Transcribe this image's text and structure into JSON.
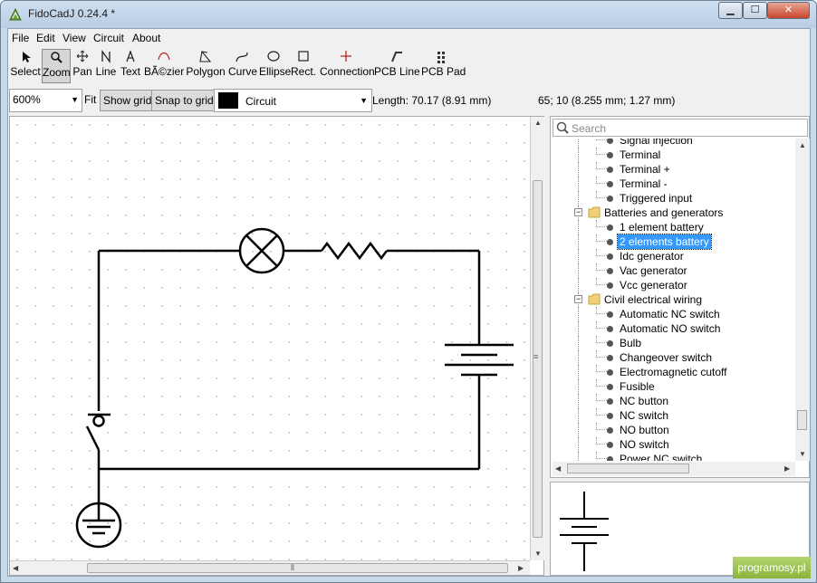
{
  "window": {
    "title": "FidoCadJ 0.24.4  *",
    "controls": {
      "minimize": "▁",
      "maximize": "☐",
      "close": "✕"
    }
  },
  "menubar": {
    "items": [
      "File",
      "Edit",
      "View",
      "Circuit",
      "About"
    ]
  },
  "toolbar": {
    "tools": [
      {
        "label": "Select",
        "icon": "arrow-icon"
      },
      {
        "label": "Zoom",
        "icon": "magnifier-icon",
        "active": true
      },
      {
        "label": "Pan",
        "icon": "move-icon"
      },
      {
        "label": "Line",
        "icon": "line-icon"
      },
      {
        "label": "Text",
        "icon": "text-icon"
      },
      {
        "label": "BÃ©zier",
        "icon": "bezier-icon"
      },
      {
        "label": "Polygon",
        "icon": "polygon-icon"
      },
      {
        "label": "Curve",
        "icon": "curve-icon"
      },
      {
        "label": "Ellipse",
        "icon": "ellipse-icon"
      },
      {
        "label": "Rect.",
        "icon": "rectangle-icon"
      },
      {
        "label": "Connection",
        "icon": "connection-icon"
      },
      {
        "label": "PCB Line",
        "icon": "pcb-line-icon"
      },
      {
        "label": "PCB Pad",
        "icon": "pcb-pad-icon"
      }
    ]
  },
  "options": {
    "zoom": "600%",
    "fit": "Fit",
    "show_grid": "Show grid",
    "snap_to_grid": "Snap to grid",
    "layer_color": "#000000",
    "layer_name": "Circuit",
    "length": "Length: 70.17 (8.91 mm)",
    "coordinates": "65; 10 (8.255 mm; 1.27 mm)"
  },
  "library": {
    "search_placeholder": "Search",
    "items": [
      {
        "label": "Signal injection",
        "kind": "leaf",
        "cut": true
      },
      {
        "label": "Terminal",
        "kind": "leaf"
      },
      {
        "label": "Terminal +",
        "kind": "leaf"
      },
      {
        "label": "Terminal -",
        "kind": "leaf"
      },
      {
        "label": "Triggered input",
        "kind": "leaf"
      },
      {
        "label": "Batteries and generators",
        "kind": "folder",
        "expanded": true
      },
      {
        "label": "1 element battery",
        "kind": "leaf"
      },
      {
        "label": "2 elements battery",
        "kind": "leaf",
        "selected": true
      },
      {
        "label": "Idc generator",
        "kind": "leaf"
      },
      {
        "label": "Vac generator",
        "kind": "leaf"
      },
      {
        "label": "Vcc generator",
        "kind": "leaf"
      },
      {
        "label": "Civil electrical wiring",
        "kind": "folder",
        "expanded": true
      },
      {
        "label": "Automatic NC switch",
        "kind": "leaf"
      },
      {
        "label": "Automatic NO switch",
        "kind": "leaf"
      },
      {
        "label": "Bulb",
        "kind": "leaf"
      },
      {
        "label": "Changeover switch",
        "kind": "leaf"
      },
      {
        "label": "Electromagnetic cutoff",
        "kind": "leaf"
      },
      {
        "label": "Fusible",
        "kind": "leaf"
      },
      {
        "label": "NC button",
        "kind": "leaf"
      },
      {
        "label": "NC switch",
        "kind": "leaf"
      },
      {
        "label": "NO button",
        "kind": "leaf"
      },
      {
        "label": "NO switch",
        "kind": "leaf"
      },
      {
        "label": "Power NC switch",
        "kind": "leaf"
      }
    ]
  },
  "watermark": "programosy.pl",
  "colors": {
    "selection": "#3399ff",
    "titlebar": "#c9d9ea",
    "watermark": "#8bb43c"
  }
}
